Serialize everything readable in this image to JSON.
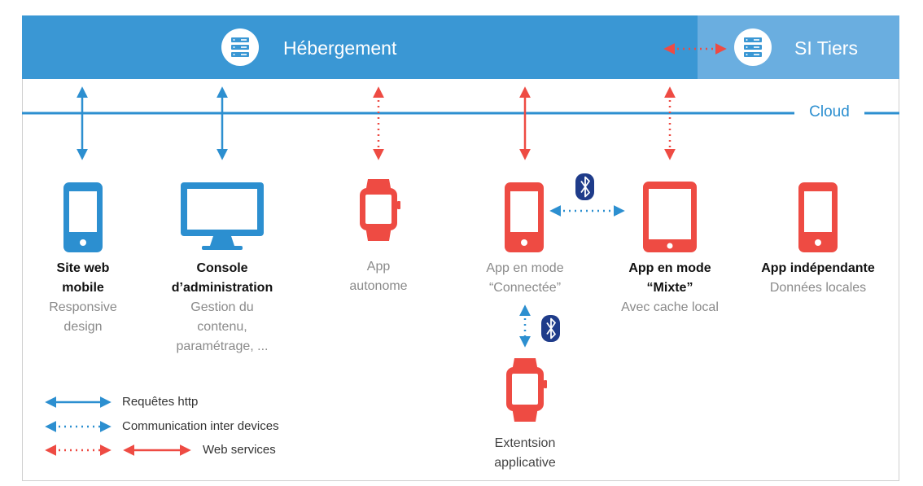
{
  "header": {
    "hosting_label": "Hébergement",
    "third_party_label": "SI Tiers",
    "cloud_label": "Cloud"
  },
  "devices": [
    {
      "title": "Site web",
      "title2": "mobile",
      "sub": [
        "Responsive",
        "design"
      ]
    },
    {
      "title": "Console",
      "title2": "d’administration",
      "sub": [
        "Gestion du",
        "contenu,",
        "paramétrage, ..."
      ]
    },
    {
      "line1": "App",
      "line2": "autonome"
    },
    {
      "line1": "App en mode",
      "line2": "“Connectée”"
    },
    {
      "title": "App en mode",
      "title2": "“Mixte”",
      "sub": [
        "Avec cache local"
      ]
    },
    {
      "title": "App indépendante",
      "sub": [
        "Données locales"
      ]
    },
    {
      "line1": "Extentsion",
      "line2": "applicative"
    }
  ],
  "legend": {
    "http": "Requêtes http",
    "inter_device": "Communication inter devices",
    "web_services": "Web services"
  },
  "colors": {
    "blue": "#2c8fd0",
    "red": "#ee4b43",
    "band": "#3a97d4",
    "band_light": "#6aaee0",
    "bluetooth": "#1f3c8a"
  }
}
